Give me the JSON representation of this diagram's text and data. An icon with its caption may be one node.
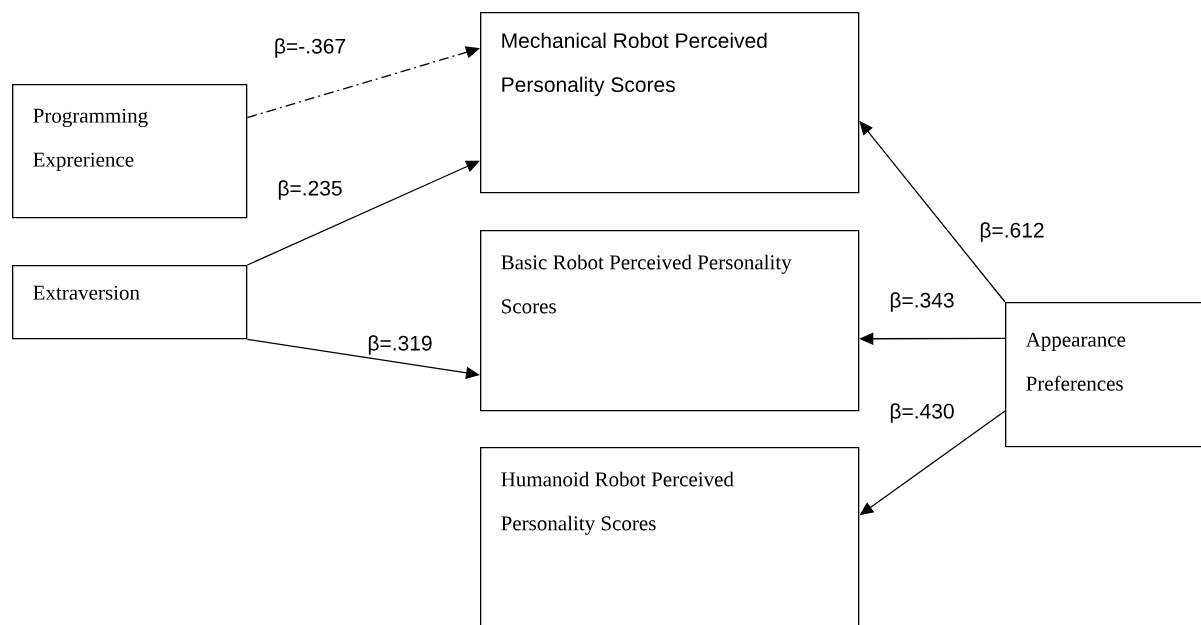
{
  "diagram": {
    "nodes": [
      {
        "text": [
          "Programming Exprerience"
        ]
      },
      {
        "text": [
          "Extraversion"
        ]
      },
      {
        "text": [
          "Mechanical Robot Perceived Personality Scores"
        ]
      },
      {
        "text": [
          "Basic Robot Perceived Personality Scores"
        ]
      },
      {
        "text": [
          "Humanoid Robot Perceived Personality Scores"
        ]
      },
      {
        "text": [
          "Appearance Preferences"
        ]
      }
    ],
    "edges": [
      {
        "from": 0,
        "to": 2,
        "arrow": "to",
        "label": "β=-.367",
        "style": "dashed"
      },
      {
        "from": 1,
        "to": 2,
        "arrow": "to",
        "label": "β=.235"
      },
      {
        "from": 1,
        "to": 3,
        "arrow": "to",
        "label": "β=.319"
      },
      {
        "from": 5,
        "to": 2,
        "arrow": "to",
        "label": "β=.612"
      },
      {
        "from": 5,
        "to": 3,
        "arrow": "to",
        "label": "β=.343"
      },
      {
        "from": 5,
        "to": 4,
        "arrow": "to",
        "label": "β=.430"
      }
    ]
  }
}
